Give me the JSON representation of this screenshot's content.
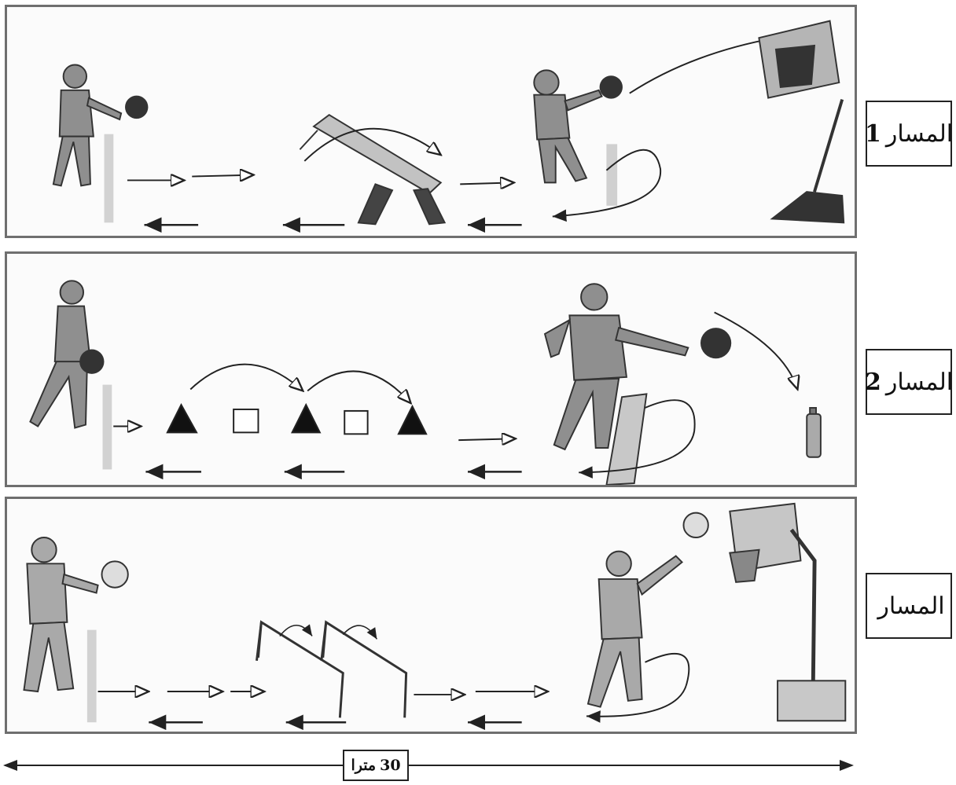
{
  "tracks": [
    {
      "label": "المسار",
      "number": "1"
    },
    {
      "label": "المسار",
      "number": "2"
    },
    {
      "label": "المسار",
      "number": ""
    }
  ],
  "distance": {
    "value": "30",
    "unit": "مترا"
  },
  "colors": {
    "frame": "#6f6f6f",
    "figure": "#8a8a8a",
    "ink": "#222222"
  }
}
